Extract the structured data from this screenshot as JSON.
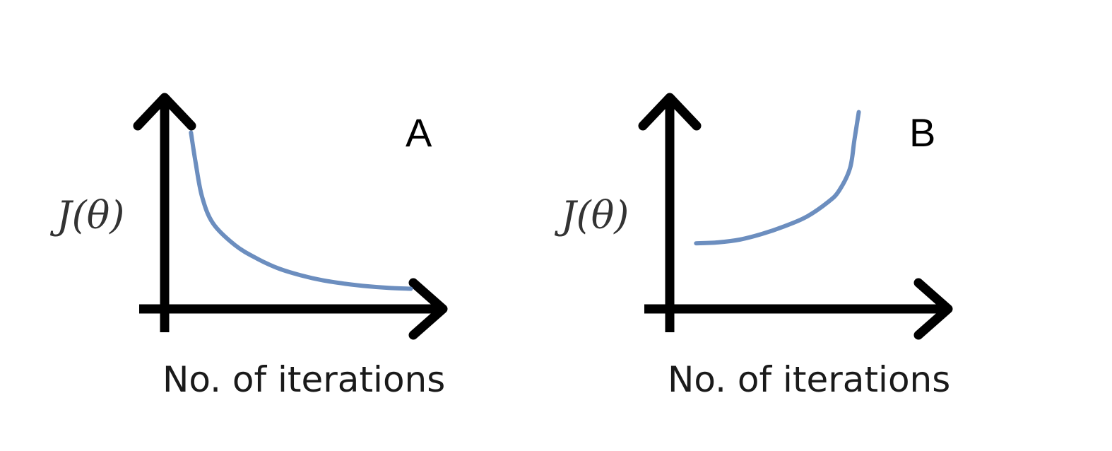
{
  "chart_data": [
    {
      "type": "line",
      "panel_label": "A",
      "xlabel": "No. of iterations",
      "ylabel": "J(θ)",
      "x": [
        0,
        0.2,
        0.5,
        1,
        2,
        3,
        4,
        5,
        6,
        7,
        8,
        9,
        10
      ],
      "series": [
        {
          "values": [
            10,
            8.3,
            6.2,
            4.6,
            3.3,
            2.5,
            1.9,
            1.5,
            1.2,
            1.0,
            0.85,
            0.75,
            0.7
          ]
        }
      ],
      "xlim": [
        -1.2,
        11.4
      ],
      "ylim": [
        -0.5,
        12
      ],
      "color": "#6c8ebf"
    },
    {
      "type": "line",
      "panel_label": "B",
      "xlabel": "No. of iterations",
      "ylabel": "J(θ)",
      "x": [
        0,
        1,
        2,
        3,
        4,
        5,
        6,
        6.5,
        7,
        7.2,
        7.4
      ],
      "series": [
        {
          "values": [
            3,
            3.05,
            3.2,
            3.5,
            3.9,
            4.4,
            5.2,
            5.8,
            7.0,
            8.5,
            10
          ]
        }
      ],
      "xlim": [
        -1.2,
        11.4
      ],
      "ylim": [
        -0.5,
        10.7
      ],
      "color": "#6c8ebf"
    }
  ]
}
